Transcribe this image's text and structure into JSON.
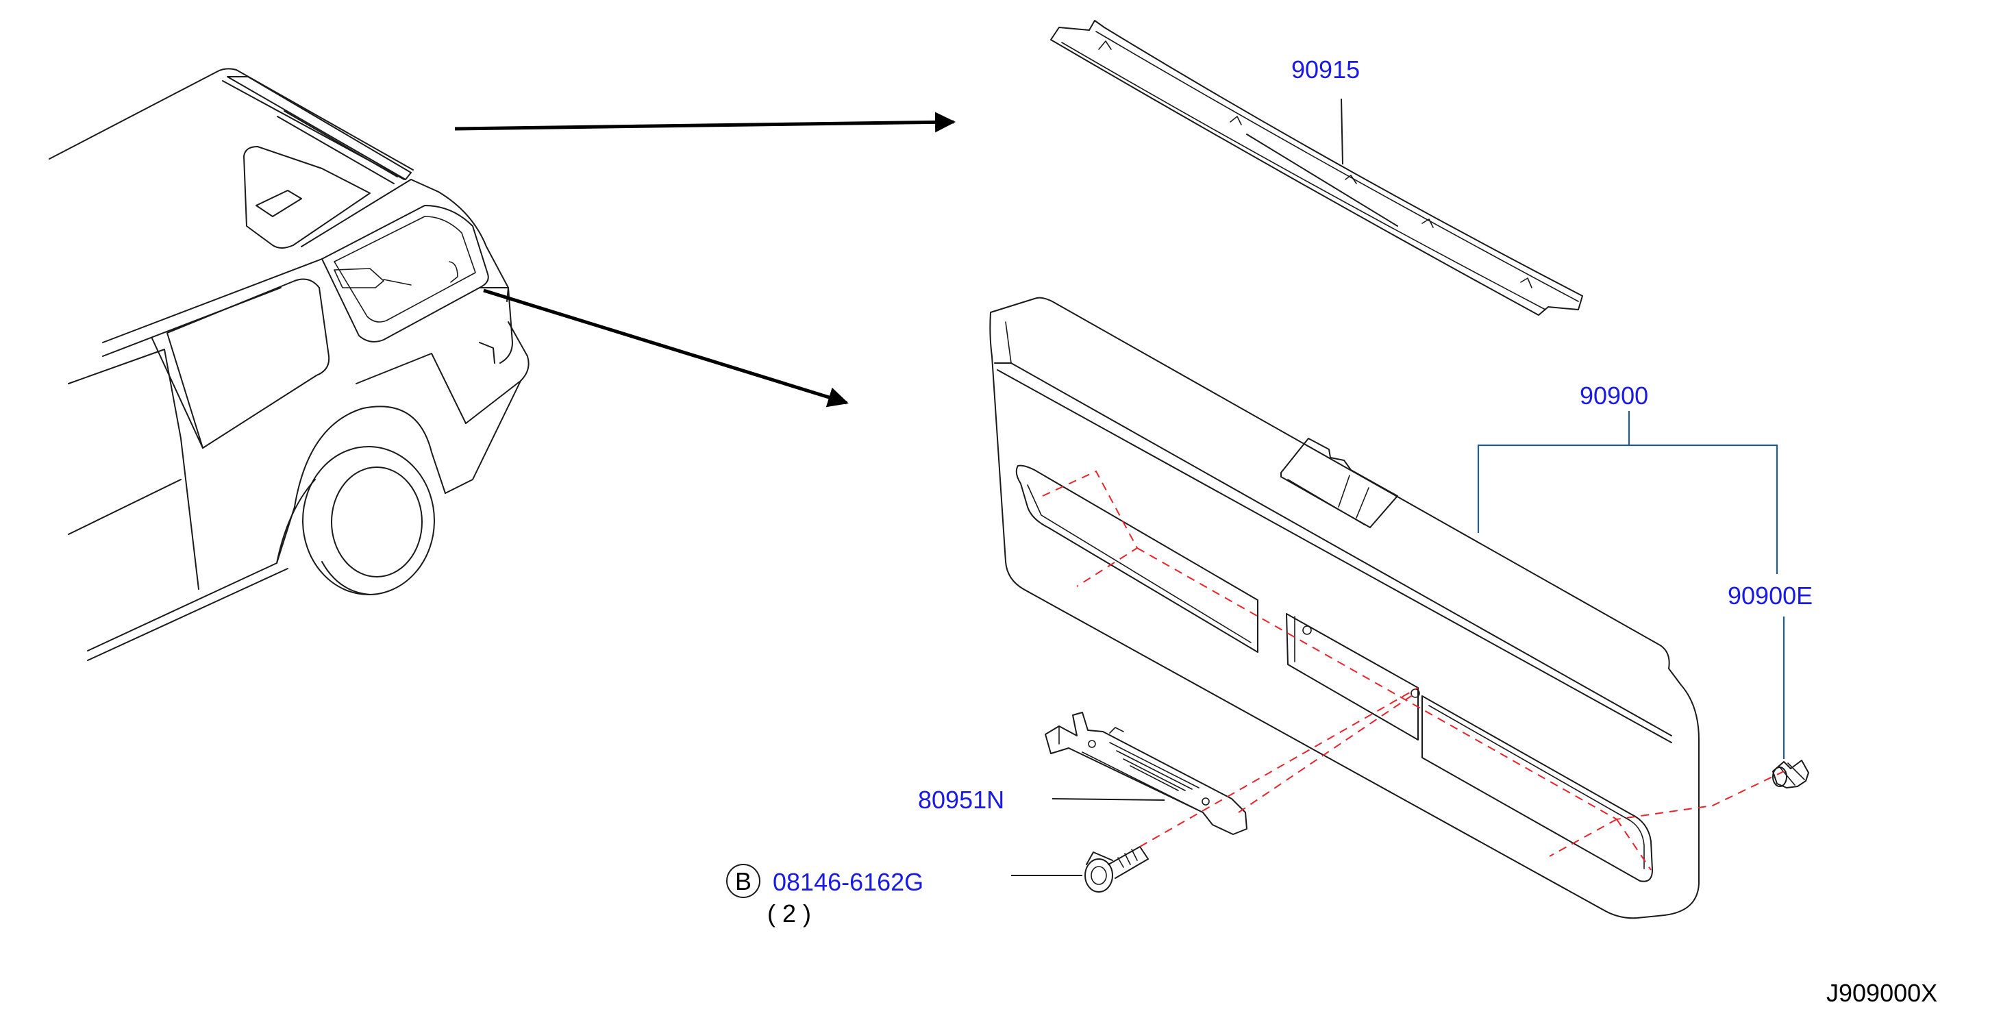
{
  "diagram": {
    "diagram_code": "J909000X",
    "label_color": "#1a1ae6",
    "leader_color": "#1a1a1a",
    "bracket_color": "#1f5b8f",
    "guide_color": "#e8232a",
    "parts": [
      {
        "part_no": "90915",
        "clickable": true
      },
      {
        "part_no": "90900",
        "clickable": true
      },
      {
        "part_no": "90900E",
        "clickable": true
      },
      {
        "part_no": "80951N",
        "clickable": true
      },
      {
        "part_no": "08146-6162G",
        "clickable": true,
        "badge": "B",
        "qty": "( 2 )"
      }
    ],
    "illustrations": [
      "vehicle-rear-view",
      "back-door-finisher-upper",
      "back-door-trim-board",
      "clip",
      "handle-bracket",
      "bolt"
    ]
  }
}
